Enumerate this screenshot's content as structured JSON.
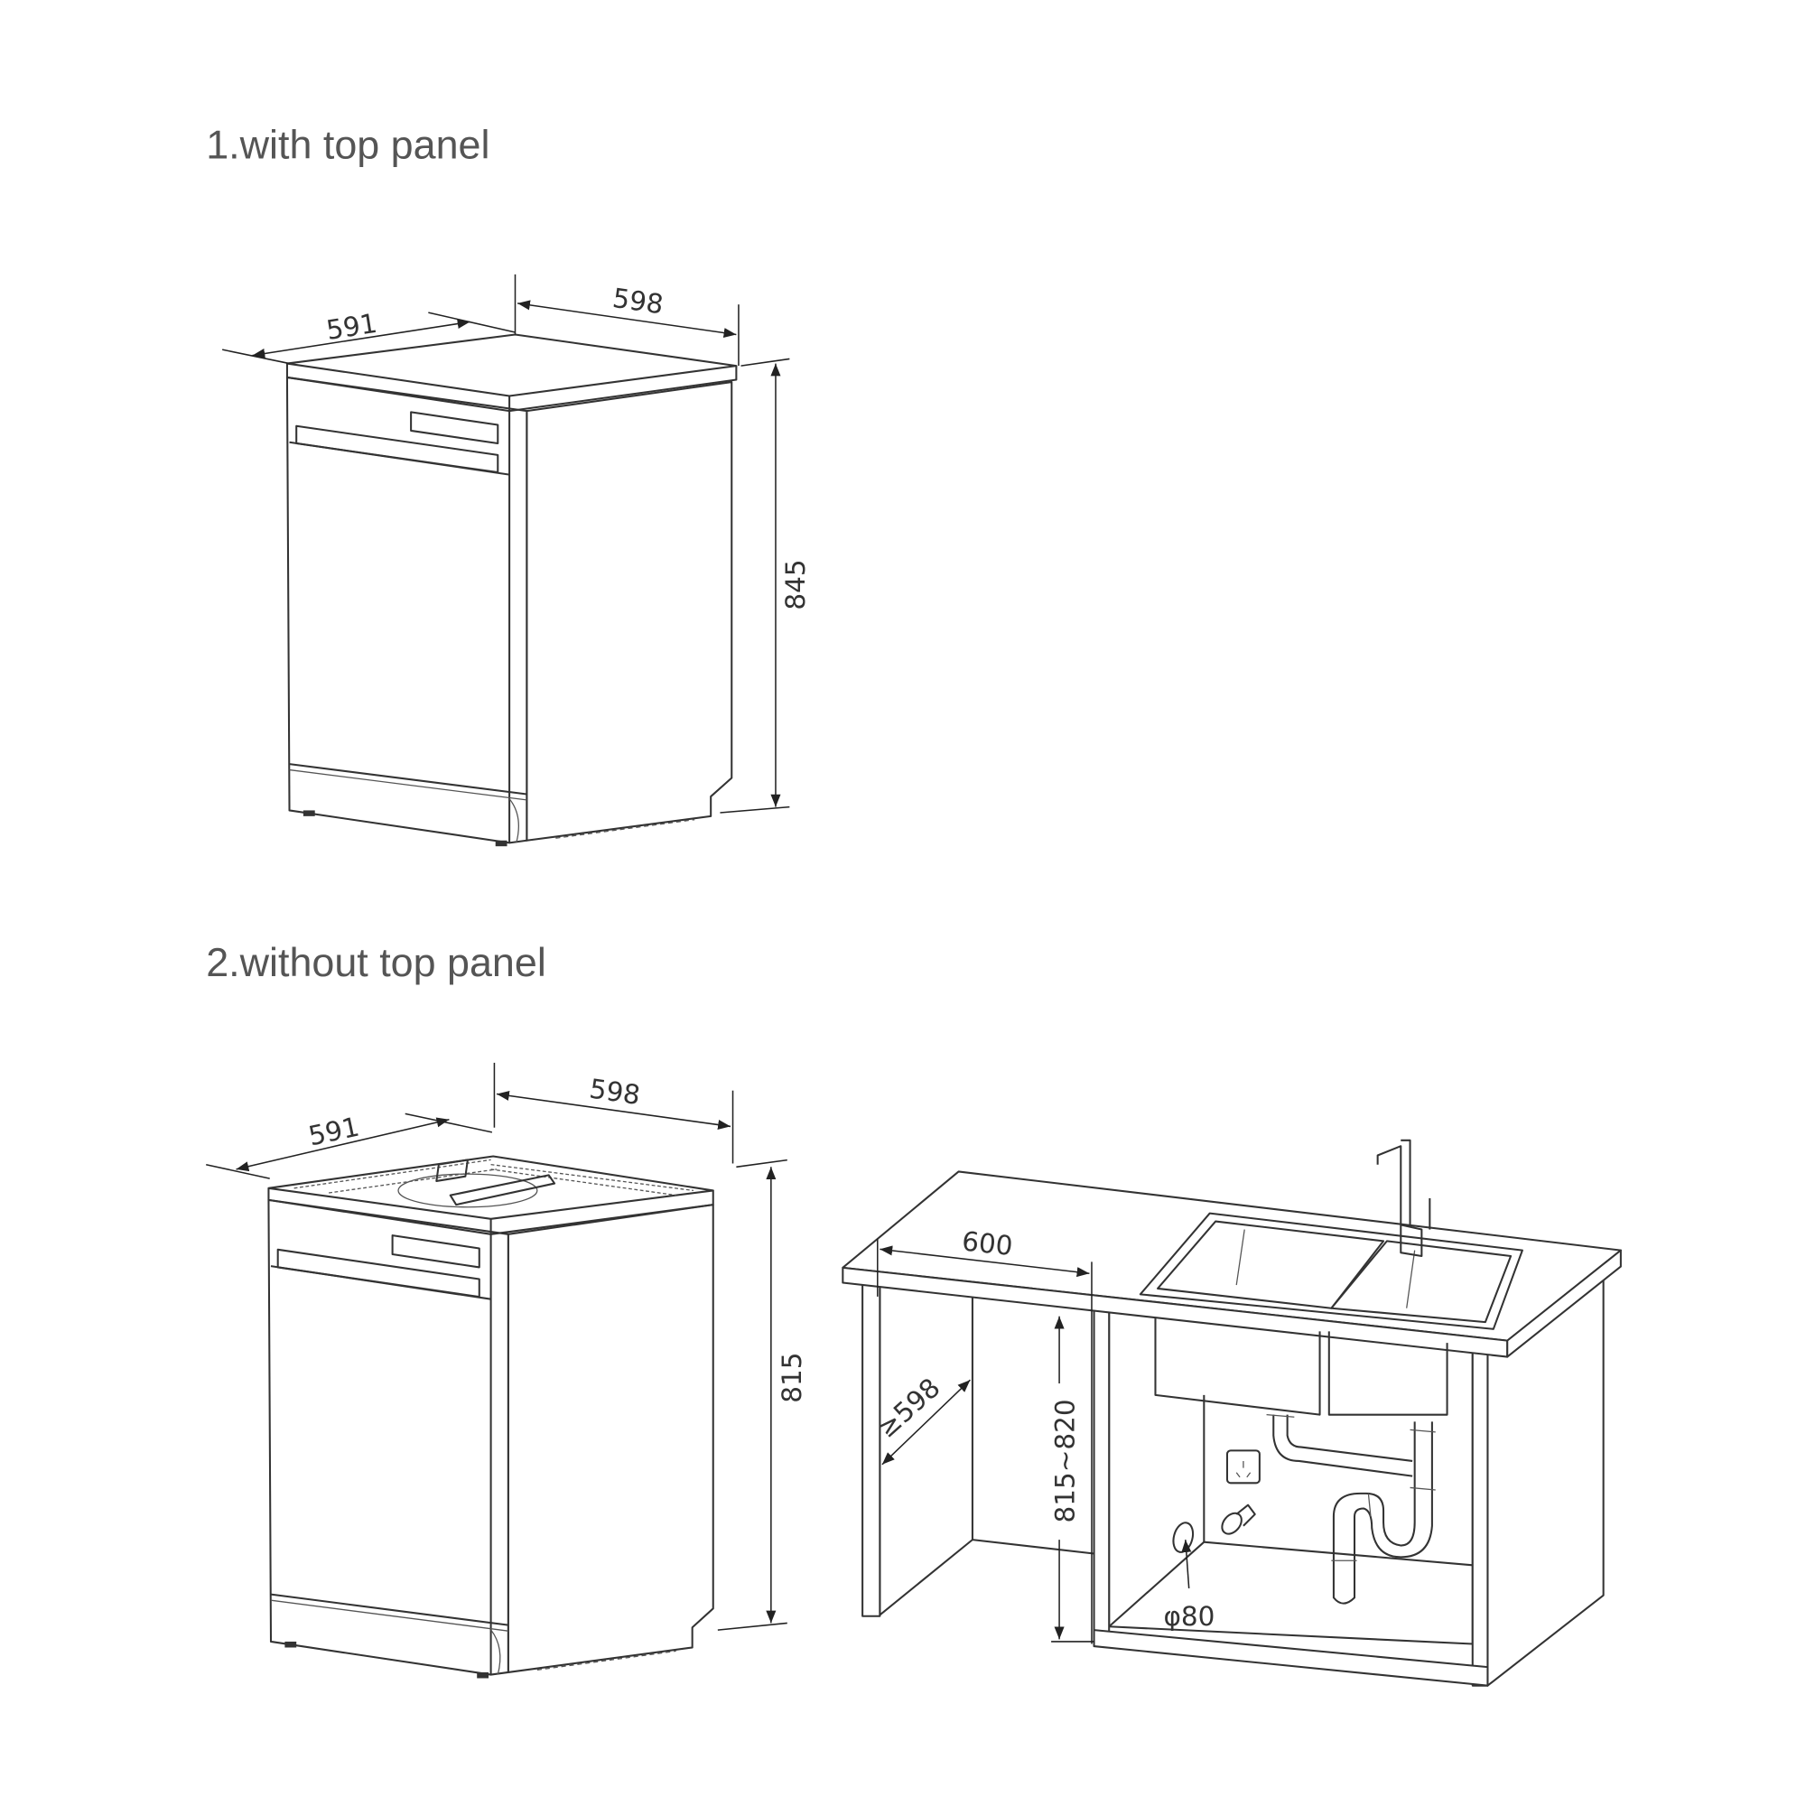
{
  "section1": {
    "title": "1.with top panel",
    "width": "598",
    "depth": "591",
    "height": "845"
  },
  "section2": {
    "title": "2.without top panel",
    "width": "598",
    "depth": "591",
    "height": "815"
  },
  "cabinet": {
    "opening_width": "600",
    "opening_depth": "≥598",
    "opening_height": "815~820",
    "hole_diameter": "φ80"
  },
  "colors": {
    "line": "#333333",
    "title": "#555555"
  }
}
